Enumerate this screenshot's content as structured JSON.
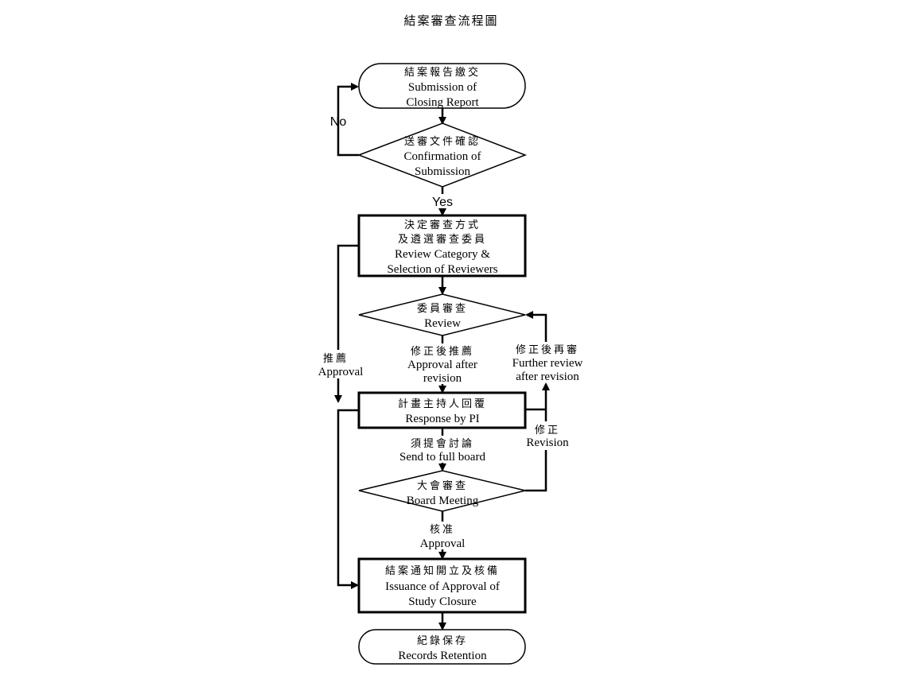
{
  "title": "結案審查流程圖",
  "nodes": {
    "submission": {
      "zh": "結案報告繳交",
      "en1": "Submission of",
      "en2": "Closing Report"
    },
    "confirmation": {
      "zh": "送審文件確認",
      "en1": "Confirmation of",
      "en2": "Submission"
    },
    "category": {
      "zh1": "決定審查方式",
      "zh2": "及遴選審查委員",
      "en1": "Review Category &",
      "en2": "Selection of Reviewers"
    },
    "review": {
      "zh": "委員審查",
      "en": "Review"
    },
    "response": {
      "zh": "計畫主持人回覆",
      "en": "Response by PI"
    },
    "board": {
      "zh": "大會審查",
      "en": "Board Meeting"
    },
    "issuance": {
      "zh": "結案通知開立及核備",
      "en1": "Issuance of Approval of",
      "en2": "Study Closure"
    },
    "records": {
      "zh": "紀錄保存",
      "en": "Records Retention"
    }
  },
  "labels": {
    "no": "No",
    "yes": "Yes",
    "approval_left_zh": "推薦",
    "approval_left_en": "Approval",
    "approval_after_zh": "修正後推薦",
    "approval_after_en1": "Approval after",
    "approval_after_en2": "revision",
    "further_zh": "修正後再審",
    "further_en1": "Further review",
    "further_en2": "after revision",
    "revision_zh": "修正",
    "revision_en": "Revision",
    "send_zh": "須提會討論",
    "send_en": "Send to full board",
    "approved_zh": "核准",
    "approved_en": "Approval"
  }
}
